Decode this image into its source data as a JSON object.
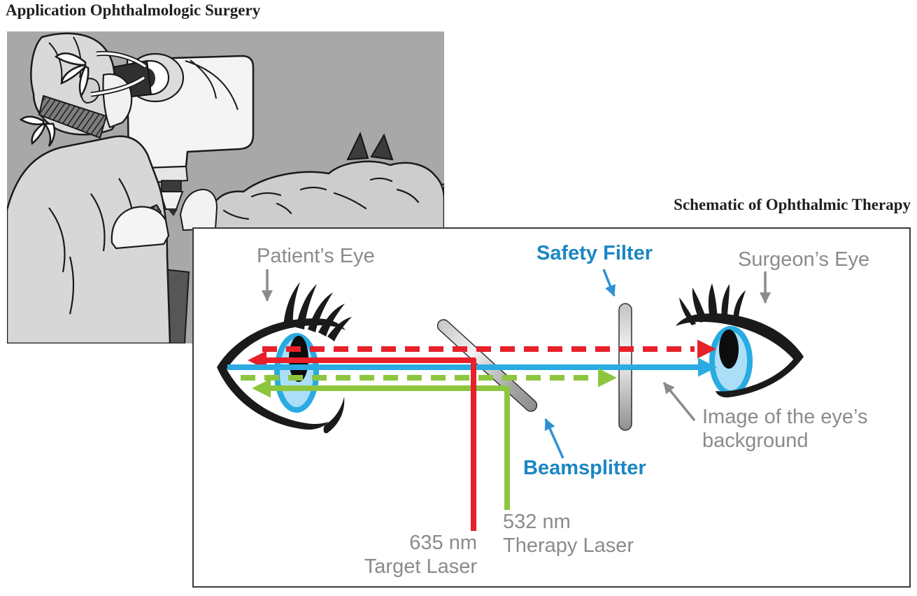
{
  "page": {
    "title_left": "Application Ophthalmologic Surgery",
    "title_right": "Schematic of Ophthalmic Therapy"
  },
  "schematic": {
    "labels": {
      "patient_eye": "Patient’s Eye",
      "safety_filter": "Safety Filter",
      "surgeon_eye": "Surgeon’s Eye",
      "beamsplitter": "Beamsplitter",
      "image_background_line1": "Image of the eye’s",
      "image_background_line2": "background",
      "target_laser_line1": "635 nm",
      "target_laser_line2": "Target Laser",
      "therapy_laser_line1": "532 nm",
      "therapy_laser_line2": "Therapy Laser"
    },
    "lasers": {
      "target_wavelength_nm": 635,
      "therapy_wavelength_nm": 532
    },
    "colors": {
      "label_gray": "#8b8b8b",
      "label_blue": "#1b86c3",
      "beam_red": "#e7202a",
      "beam_blue": "#2aabe2",
      "beam_green": "#8cc63e",
      "callout_blue": "#2f90d5",
      "illustration_background": "#a8a8a8"
    }
  }
}
